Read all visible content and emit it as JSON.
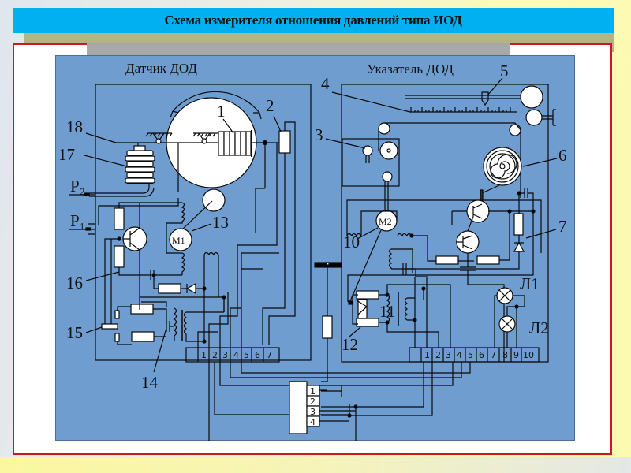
{
  "slide": {
    "title": "Схема измерителя отношения давлений типа ИОД"
  },
  "diagram": {
    "sensor_block": {
      "title": "Датчик ДОД",
      "pressure_inputs": [
        "P₂",
        "P₁"
      ],
      "motor_label": "M1",
      "terminal_pins": [
        "1",
        "2",
        "3",
        "4",
        "5",
        "6",
        "7"
      ]
    },
    "indicator_block": {
      "title": "Указатель ДОД",
      "motor_label": "M2",
      "lamps": [
        "Л1",
        "Л2"
      ],
      "terminal_pins": [
        "1",
        "2",
        "3",
        "4",
        "5",
        "6",
        "7",
        "8",
        "9",
        "10"
      ]
    },
    "connector": {
      "pins": [
        "1",
        "2",
        "3",
        "4"
      ]
    },
    "callouts": {
      "n1": "1",
      "n2": "2",
      "n3": "3",
      "n4": "4",
      "n5": "5",
      "n6": "6",
      "n7": "7",
      "n10": "10",
      "n11": "11",
      "n12": "12",
      "n13": "13",
      "n14": "14",
      "n15": "15",
      "n16": "16",
      "n17": "17",
      "n18": "18"
    },
    "colors": {
      "background": "#6f9dd0",
      "title_bar": "#00b0f0",
      "frame_border": "#d01818"
    }
  }
}
